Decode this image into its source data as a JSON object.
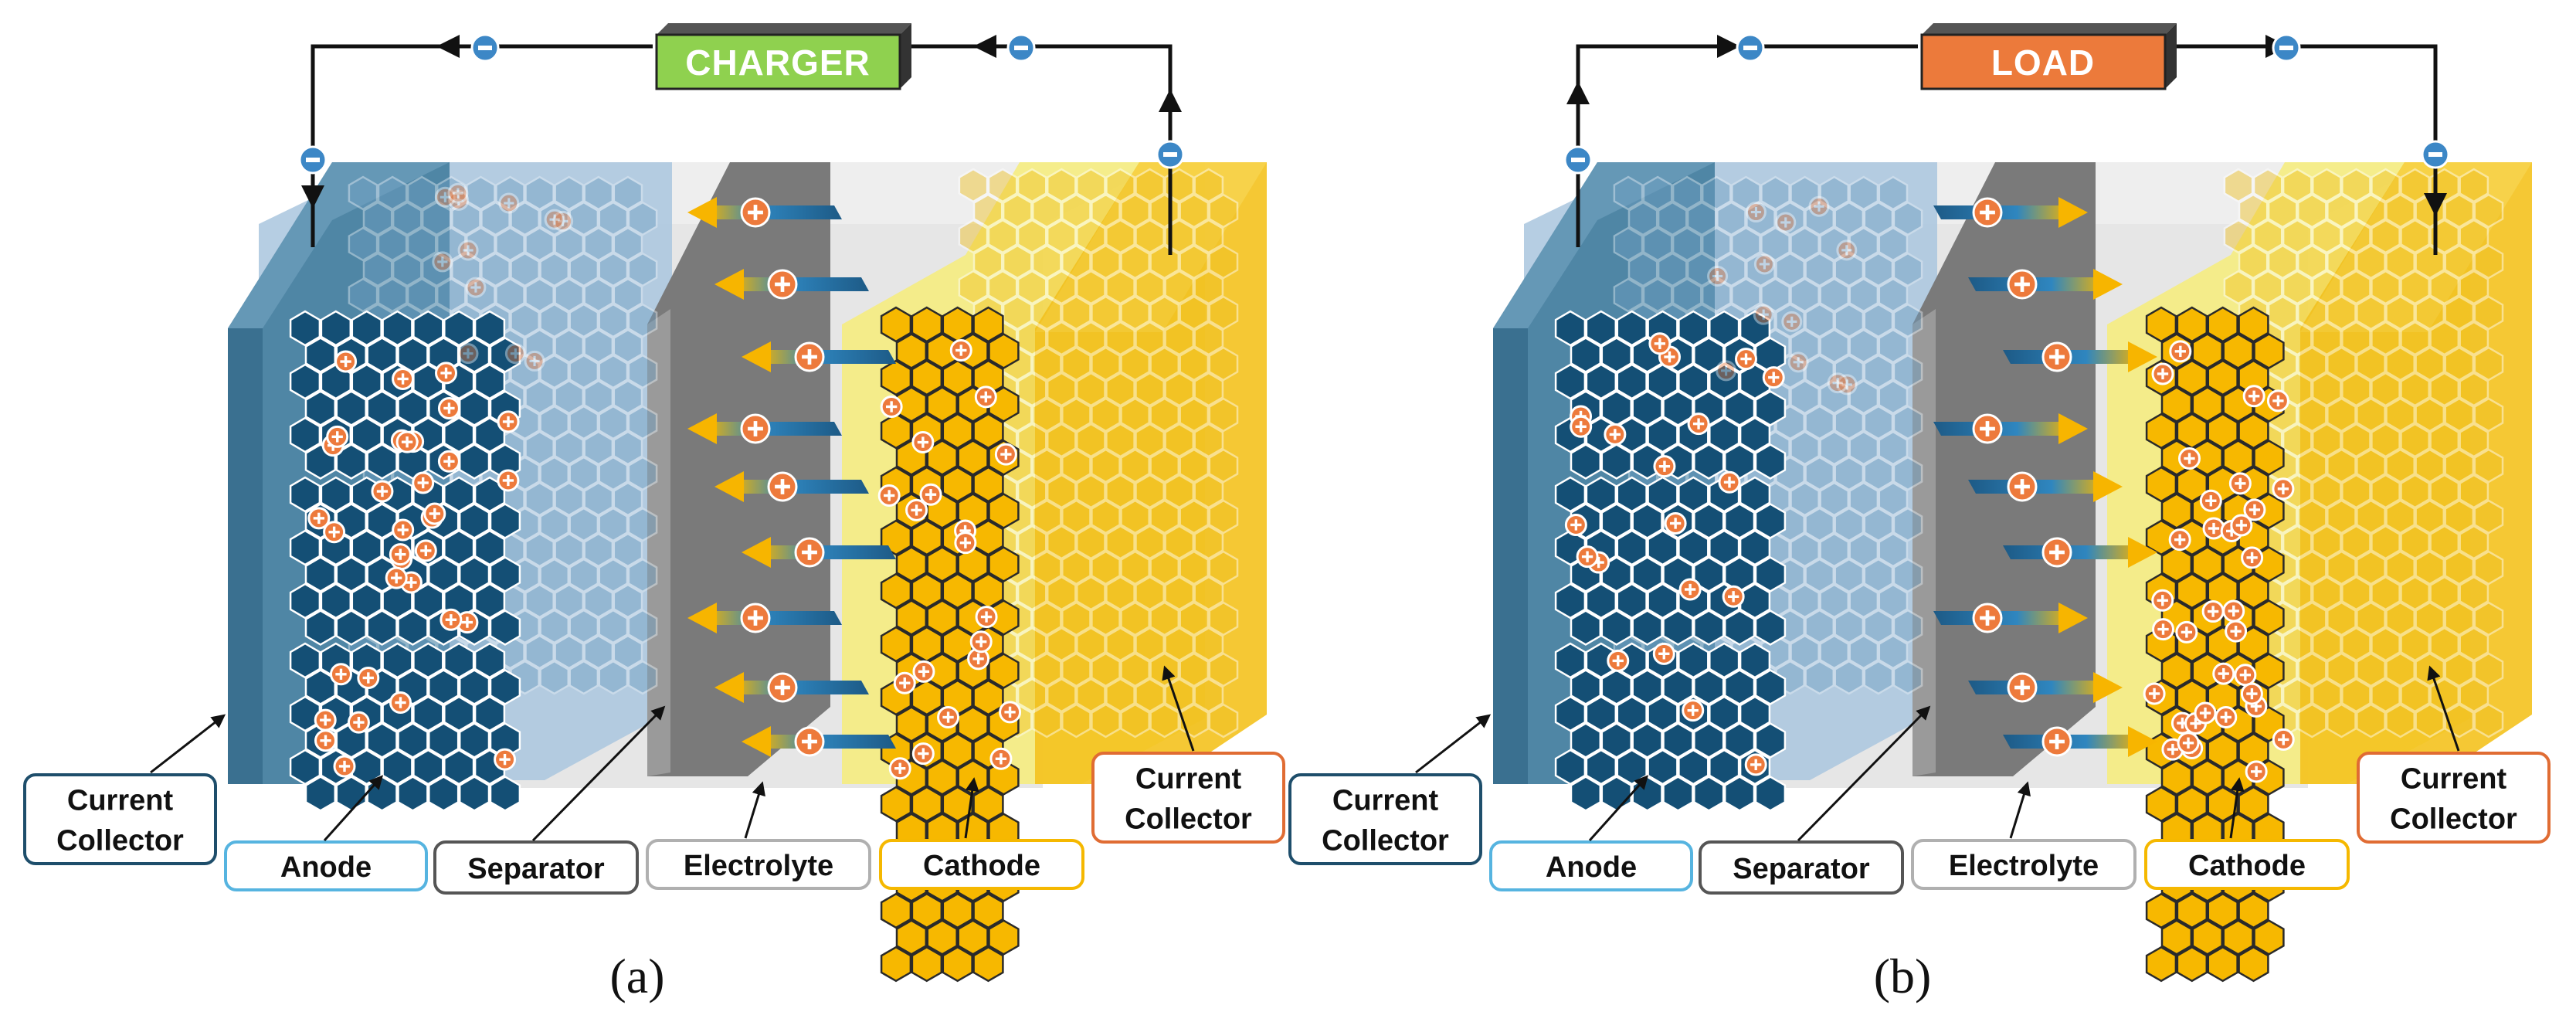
{
  "panels": [
    {
      "id": "a",
      "box_label": "CHARGER",
      "box_color": "#8fd14f",
      "mode": "charge",
      "caption": "(a)",
      "labels": {
        "left_collector": [
          "Current",
          "Collector"
        ],
        "anode": "Anode",
        "separator": "Separator",
        "electrolyte": "Electrolyte",
        "cathode": "Cathode",
        "right_collector": [
          "Current",
          "Collector"
        ]
      }
    },
    {
      "id": "b",
      "box_label": "LOAD",
      "box_color": "#ec7a3b",
      "mode": "discharge",
      "caption": "(b)",
      "labels": {
        "left_collector": [
          "Current",
          "Collector"
        ],
        "anode": "Anode",
        "separator": "Separator",
        "electrolyte": "Electrolyte",
        "cathode": "Cathode",
        "right_collector": [
          "Current",
          "Collector"
        ]
      }
    }
  ],
  "colors": {
    "anode_collector": "#4f86a5",
    "anode_region": "#a9c5de",
    "anode_hex": "#144f75",
    "separator": "#7a7a7a",
    "electrolyte": "#e6e6e6",
    "cathode_region": "#f5ec80",
    "cathode_hex": "#f7b800",
    "cathode_collector": "#f4c21e",
    "ion": "#ed7a3c",
    "electron": "#3c87c6",
    "arrow": "#f7b500",
    "arrow_tail": "#2f86bf"
  },
  "icons": {
    "ion": "plus-circle-icon",
    "electron": "minus-circle-icon"
  }
}
